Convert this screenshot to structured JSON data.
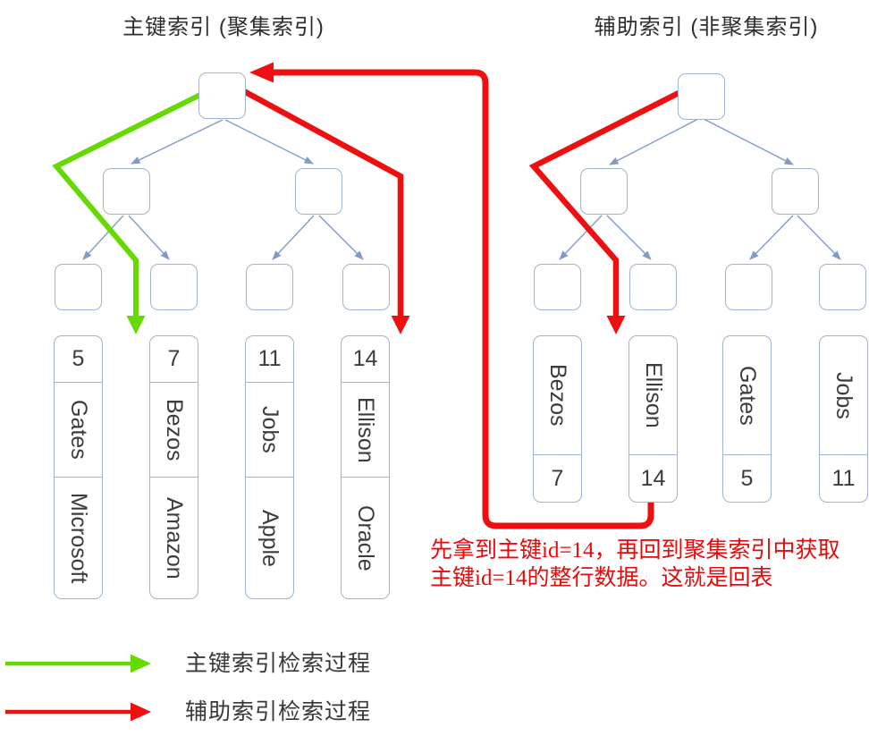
{
  "titles": {
    "left": "主键索引 (聚集索引)",
    "right": "辅助索引 (非聚集索引)"
  },
  "left_index": {
    "leaves": [
      {
        "id": "5",
        "name": "Gates",
        "company": "Microsoft"
      },
      {
        "id": "7",
        "name": "Bezos",
        "company": "Amazon"
      },
      {
        "id": "11",
        "name": "Jobs",
        "company": "Apple"
      },
      {
        "id": "14",
        "name": "Ellison",
        "company": "Oracle"
      }
    ]
  },
  "right_index": {
    "leaves": [
      {
        "name": "Bezos",
        "id": "7"
      },
      {
        "name": "Ellison",
        "id": "14"
      },
      {
        "name": "Gates",
        "id": "5"
      },
      {
        "name": "Jobs",
        "id": "11"
      }
    ]
  },
  "annotation": {
    "line1": "先拿到主键id=14，再回到聚集索引中获取",
    "line2": "主键id=14的整行数据。这就是回表",
    "color": "#e80a0a"
  },
  "legend": [
    {
      "label": "主键索引检索过程",
      "color": "#66d900"
    },
    {
      "label": "辅助索引检索过程",
      "color": "#ee1010"
    }
  ],
  "colors": {
    "edge": "#7f9cc9",
    "node_border": "#9fb4d6",
    "green": "#66d900",
    "red": "#ee1010",
    "text": "#3c3c3c"
  }
}
